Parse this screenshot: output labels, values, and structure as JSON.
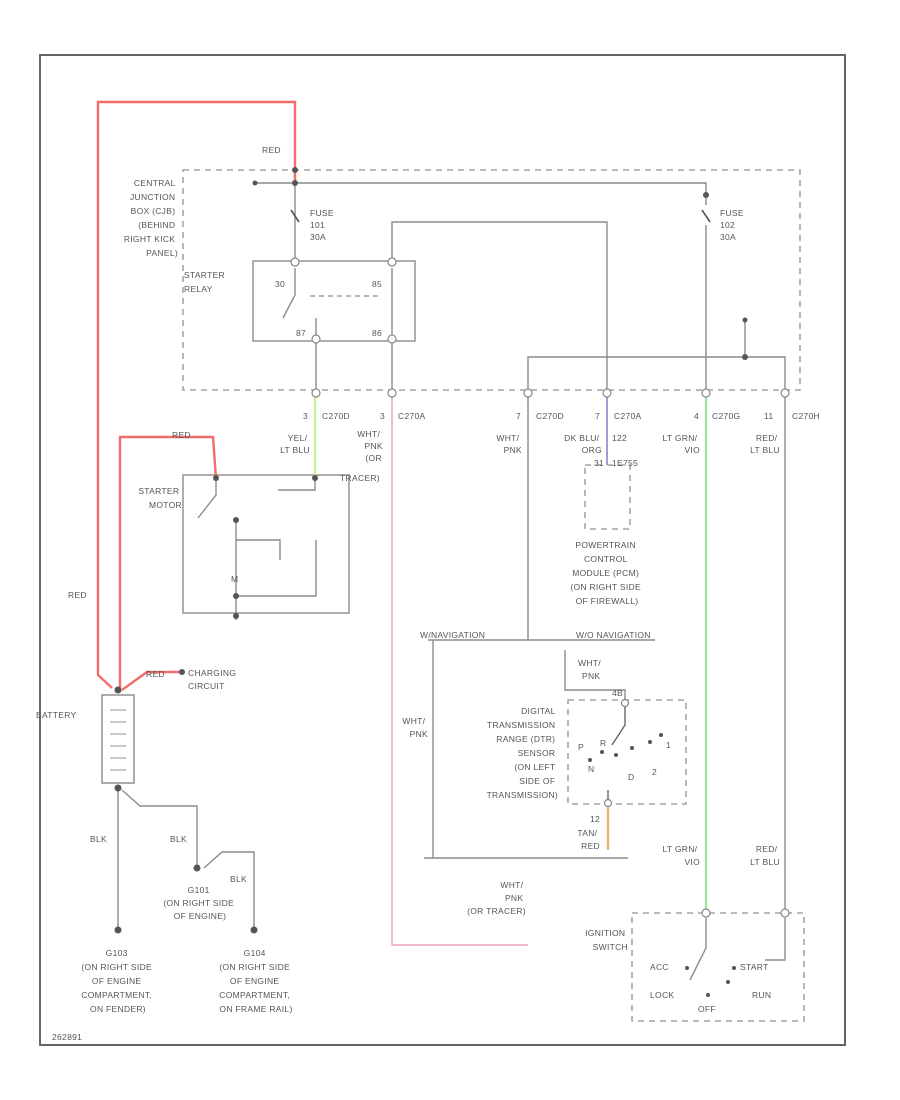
{
  "colors": {
    "red": "#f36c6c",
    "pink": "#f2a3b8",
    "yellow_green": "#c8f08a",
    "light_green": "#9fe39f",
    "blue": "#9f9fd8",
    "orange": "#f3b36a",
    "gray": "#8c8c8c"
  },
  "labels": {
    "red_top": "RED",
    "cjb": [
      "CENTRAL",
      "JUNCTION",
      "BOX (CJB)",
      "(BEHIND",
      "RIGHT KICK",
      "PANEL)"
    ],
    "fuse101": [
      "FUSE",
      "101",
      "30A"
    ],
    "fuse102": [
      "FUSE",
      "102",
      "30A"
    ],
    "starter_relay": [
      "STARTER",
      "RELAY"
    ],
    "relay_pin_tl": "30",
    "relay_pin_tr": "85",
    "relay_pin_bl": "87",
    "relay_pin_br": "86",
    "c_pin1": "3",
    "c_id1": "C270D",
    "c_pin2": "3",
    "c_id2": "C270A",
    "c_pin3": "7",
    "c_id3": "C270D",
    "c_pin4": "7",
    "c_id4": "C270A",
    "c_pin5": "4",
    "c_id5": "C270G",
    "c_pin6": "11",
    "c_id6": "C270H",
    "wire_yel_lt_blu": [
      "YEL/",
      "LT BLU"
    ],
    "wire_wht_pnk_tracer": [
      "WHT/",
      "PNK",
      "(OR",
      "TRACER)"
    ],
    "wire_wht_pnk_mid": [
      "WHT/",
      "PNK"
    ],
    "wire_dk_blu_org": [
      "DK BLU/",
      "ORG"
    ],
    "pin_122": "122",
    "pcm_pin": "31",
    "pcm_conn": "1E755",
    "wire_lt_grn_vio_top": [
      "LT GRN/",
      "VIO"
    ],
    "wire_red_lt_blu_top": [
      "RED/",
      "LT BLU"
    ],
    "red_starter": "RED",
    "starter_motor": [
      "STARTER",
      "MOTOR"
    ],
    "m_symbol": "M",
    "pcm": [
      "POWERTRAIN",
      "CONTROL",
      "MODULE (PCM)",
      "(ON RIGHT SIDE",
      "OF FIREWALL)"
    ],
    "nav": "W/NAVIGATION",
    "no_nav": "W/O NAVIGATION",
    "wire_wht_pnk_dtr": [
      "WHT/",
      "PNK"
    ],
    "dtr_pin_top": "4B",
    "wire_wht_pnk_left": [
      "WHT/",
      "PNK"
    ],
    "dtr": [
      "DIGITAL",
      "TRANSMISSION",
      "RANGE (DTR)",
      "SENSOR",
      "(ON LEFT",
      "SIDE OF",
      "TRANSMISSION)"
    ],
    "dtr_p": "P",
    "dtr_r": "R",
    "dtr_n": "N",
    "dtr_d": "D",
    "dtr_2": "2",
    "dtr_1": "1",
    "dtr_pin_bottom": "12",
    "wire_tan_red": [
      "TAN/",
      "RED"
    ],
    "red_battery": "RED",
    "charging": [
      "CHARGING",
      "CIRCUIT"
    ],
    "battery": "BATTERY",
    "red_left": "RED",
    "wire_wht_pnk_tracer2": [
      "WHT/",
      "PNK",
      "(OR TRACER)"
    ],
    "wire_lt_grn_vio_bot": [
      "LT GRN/",
      "VIO"
    ],
    "wire_red_lt_blu_bot": [
      "RED/",
      "LT BLU"
    ],
    "ignition": [
      "IGNITION",
      "SWITCH"
    ],
    "ign_acc": "ACC",
    "ign_start": "START",
    "ign_lock": "LOCK",
    "ign_run": "RUN",
    "ign_off": "OFF",
    "blk1": "BLK",
    "blk2": "BLK",
    "blk3": "BLK",
    "g101": [
      "G101",
      "(ON RIGHT SIDE",
      "OF ENGINE)"
    ],
    "g103": [
      "G103",
      "(ON RIGHT SIDE",
      "OF ENGINE",
      "COMPARTMENT,",
      "ON FENDER)"
    ],
    "g104": [
      "G104",
      "(ON RIGHT SIDE",
      "OF ENGINE",
      "COMPARTMENT,",
      "ON FRAME RAIL)"
    ],
    "fig_id": "262891"
  }
}
